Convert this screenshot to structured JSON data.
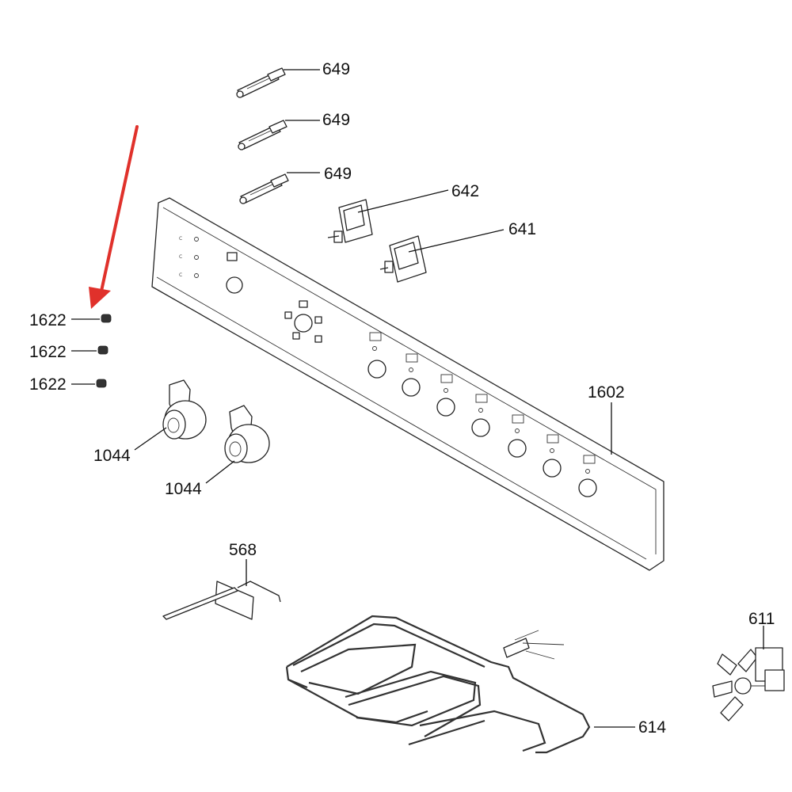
{
  "diagram": {
    "part_labels": {
      "igniter_top": "649",
      "igniter_mid": "649",
      "igniter_bottom": "649",
      "switch_642": "642",
      "switch_641": "641",
      "screw_1": "1622",
      "screw_2": "1622",
      "screw_3": "1622",
      "panel": "1602",
      "bracket_1": "1044",
      "bracket_2": "1044",
      "sensor": "568",
      "fan_motor": "611",
      "element": "614"
    },
    "highlight": {
      "target_part": "1622",
      "arrow_color": "#e0312b"
    },
    "colors": {
      "line": "#222222",
      "background": "#ffffff"
    }
  }
}
